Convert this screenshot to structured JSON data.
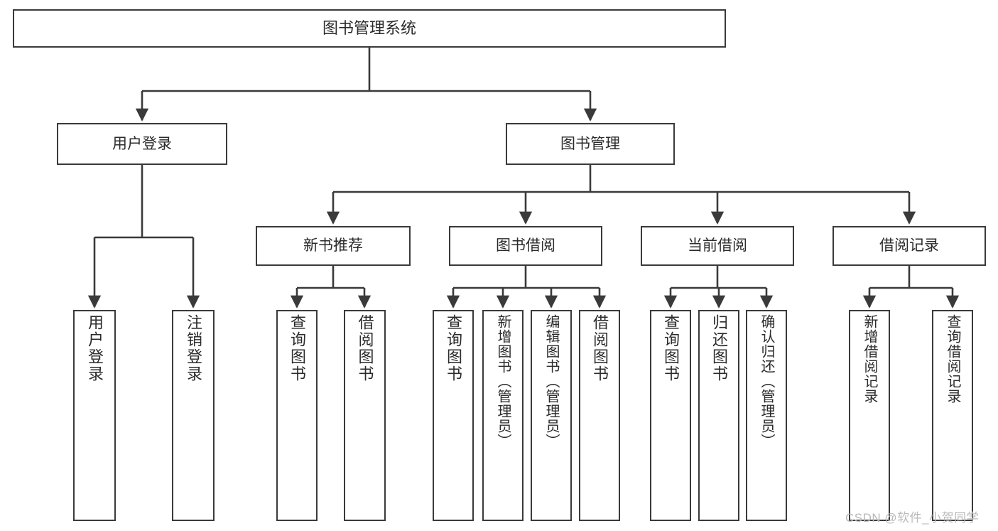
{
  "diagram": {
    "title": "图书管理系统",
    "type": "tree",
    "orientation": "top-down",
    "colors": {
      "box_border": "#3a3a3a",
      "box_fill": "#ffffff",
      "text": "#2b2b2b",
      "connector": "#3a3a3a",
      "watermark": "#b9b9b9",
      "background": "#ffffff"
    },
    "levels": {
      "level1": [
        {
          "id": "root",
          "label": "图书管理系统"
        }
      ],
      "level2": [
        {
          "id": "user-login",
          "label": "用户登录",
          "parent": "root"
        },
        {
          "id": "book-manage",
          "label": "图书管理",
          "parent": "root"
        }
      ],
      "level3": [
        {
          "id": "new-book-rec",
          "label": "新书推荐",
          "parent": "book-manage"
        },
        {
          "id": "book-borrow",
          "label": "图书借阅",
          "parent": "book-manage"
        },
        {
          "id": "current-borrow",
          "label": "当前借阅",
          "parent": "book-manage"
        },
        {
          "id": "borrow-record",
          "label": "借阅记录",
          "parent": "book-manage"
        }
      ],
      "leaves": [
        {
          "id": "leaf-user-login",
          "label": "用户登录",
          "parent": "user-login"
        },
        {
          "id": "leaf-logout",
          "label": "注销登录",
          "parent": "user-login"
        },
        {
          "id": "leaf-query-book-1",
          "label": "查询图书",
          "parent": "new-book-rec"
        },
        {
          "id": "leaf-borrow-book-1",
          "label": "借阅图书",
          "parent": "new-book-rec"
        },
        {
          "id": "leaf-query-book-2",
          "label": "查询图书",
          "parent": "book-borrow"
        },
        {
          "id": "leaf-add-book",
          "label": "新增图书（管理员）",
          "parent": "book-borrow"
        },
        {
          "id": "leaf-edit-book",
          "label": "编辑图书（管理员）",
          "parent": "book-borrow"
        },
        {
          "id": "leaf-borrow-book-2",
          "label": "借阅图书",
          "parent": "book-borrow"
        },
        {
          "id": "leaf-query-book-3",
          "label": "查询图书",
          "parent": "current-borrow"
        },
        {
          "id": "leaf-return-book",
          "label": "归还图书",
          "parent": "current-borrow"
        },
        {
          "id": "leaf-confirm-return",
          "label": "确认归还（管理员）",
          "parent": "current-borrow"
        },
        {
          "id": "leaf-add-record",
          "label": "新增借阅记录",
          "parent": "borrow-record"
        },
        {
          "id": "leaf-query-record",
          "label": "查询借阅记录",
          "parent": "borrow-record"
        }
      ]
    },
    "watermark": "CSDN @软件_小贺同学"
  }
}
